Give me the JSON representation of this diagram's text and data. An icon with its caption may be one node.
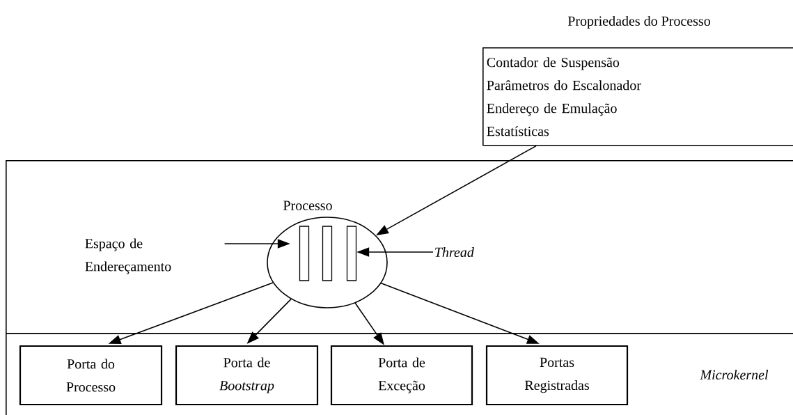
{
  "diagram": {
    "nodes": [
      {
        "text": [
          "Propriedades do Processo",
          "Contador de Suspensão",
          "Parâmetros do Escalonador",
          "Endereço de Emulação",
          "Estatísticas"
        ]
      },
      {
        "text": [],
        "shape": "box"
      },
      {
        "text": [
          "Processo"
        ],
        "in": 1
      },
      {
        "text": [],
        "shape": "bar",
        "in": 2
      },
      {
        "text": [],
        "shape": "bar",
        "in": 2
      },
      {
        "text": [],
        "shape": "bar",
        "in": 2
      },
      {
        "text": [
          "Espaço de Endereçamento"
        ],
        "in": 1
      },
      {
        "text": [
          "Thread"
        ],
        "in": 1
      },
      {
        "text": [
          "Microkernel"
        ]
      },
      {
        "text": [
          "Porta do Processo"
        ],
        "in": 8
      },
      {
        "text": [
          "Porta de *Bootstrap*"
        ],
        "in": 8
      },
      {
        "text": [
          "Porta de Exceção"
        ],
        "in": 8
      },
      {
        "text": [
          "Portas Registradas"
        ],
        "in": 8
      }
    ],
    "edges": [
      {
        "from": 0,
        "to": 2,
        "arrow": "to"
      },
      {
        "from": 6,
        "to": 3,
        "arrow": "to"
      },
      {
        "from": 7,
        "to": 5,
        "arrow": "to"
      },
      {
        "from": 2,
        "to": 9,
        "arrow": "to"
      },
      {
        "from": 2,
        "to": 10,
        "arrow": "to"
      },
      {
        "from": 2,
        "to": 11,
        "arrow": "to"
      },
      {
        "from": 2,
        "to": 12,
        "arrow": "to"
      }
    ]
  }
}
